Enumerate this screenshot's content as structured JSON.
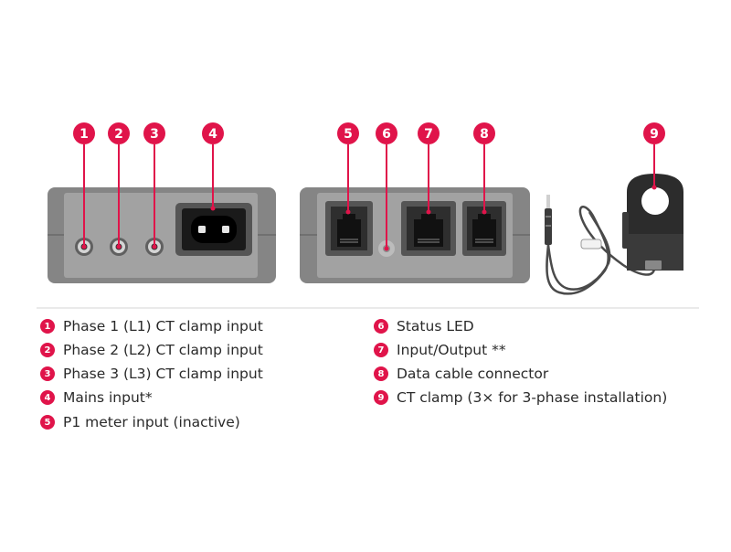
{
  "colors": {
    "accent": "#e0144a",
    "device_body": "#8a8a8a",
    "device_face": "#9a9a9a",
    "port": "#3a3a3a",
    "separator": "#cfcfcf"
  },
  "callouts": [
    "1",
    "2",
    "3",
    "4",
    "5",
    "6",
    "7",
    "8",
    "9"
  ],
  "legend": {
    "left": [
      {
        "num": "1",
        "label": "Phase 1 (L1) CT clamp input"
      },
      {
        "num": "2",
        "label": "Phase 2 (L2) CT clamp input"
      },
      {
        "num": "3",
        "label": "Phase 3 (L3) CT clamp input"
      },
      {
        "num": "4",
        "label": "Mains input*"
      },
      {
        "num": "5",
        "label": "P1 meter input (inactive)"
      }
    ],
    "right": [
      {
        "num": "6",
        "label": "Status LED"
      },
      {
        "num": "7",
        "label": "Input/Output **"
      },
      {
        "num": "8",
        "label": "Data cable connector"
      },
      {
        "num": "9",
        "label": "CT clamp (3× for 3-phase installation)"
      }
    ]
  }
}
